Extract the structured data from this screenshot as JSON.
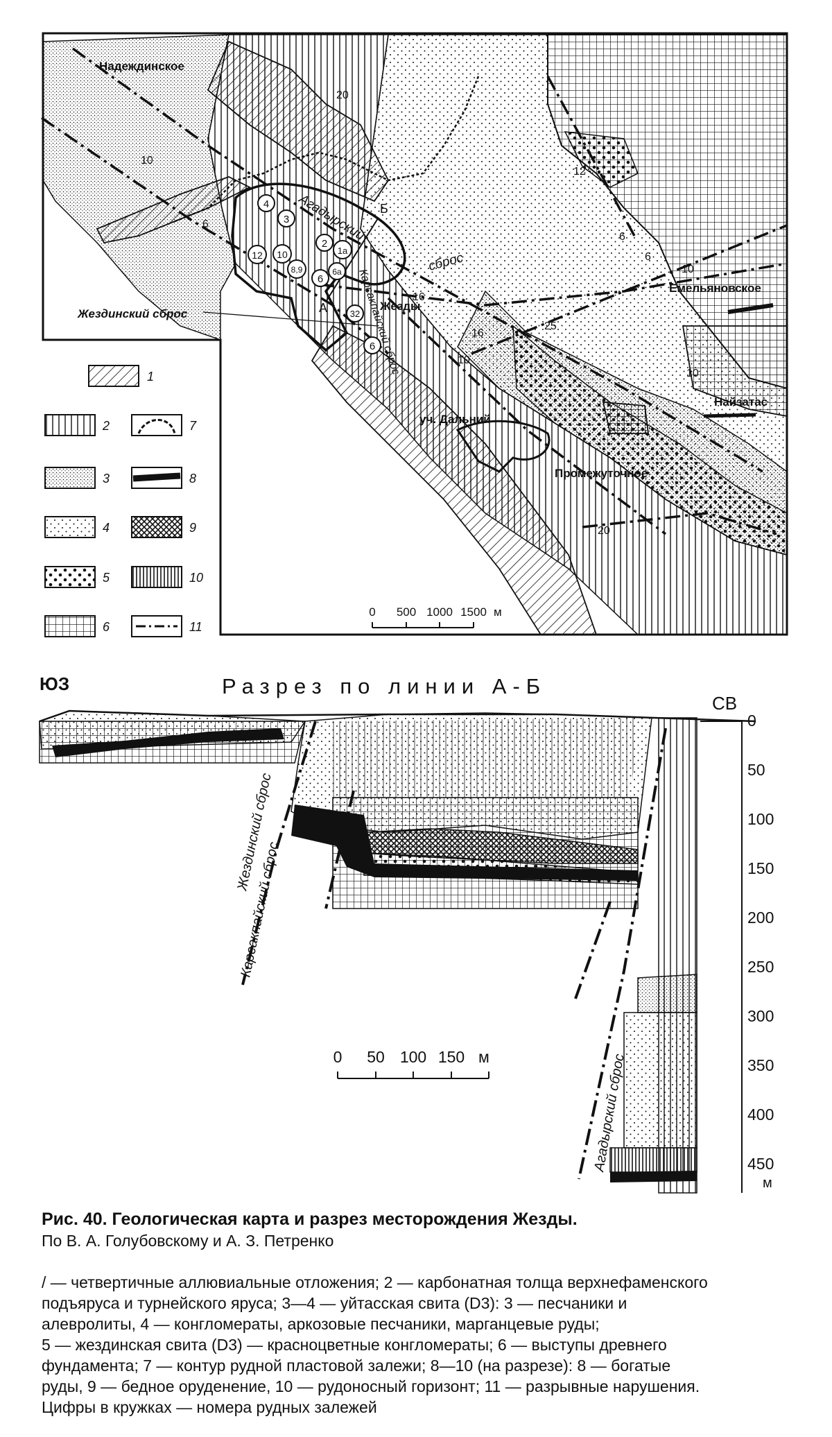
{
  "map": {
    "places": {
      "nadezhdinskoe": "Надеждинское",
      "zhezdy": "Жезды",
      "emelyanovskoe": "Емельяновское",
      "naizatas": "Найзатас",
      "dalniy": "уч. Дальний",
      "promezhutochnoe": "Промежуточное"
    },
    "faults": {
      "agadyrsky": "Агадырский",
      "agadyrsky_cont": "сброс",
      "karsakpaysky": "Карсакпайский сброс",
      "zhezdinsky_callout": "Жездинский сброс"
    },
    "points": {
      "a": "А",
      "b": "Б"
    },
    "dips": [
      "20",
      "10",
      "6",
      "12",
      "6",
      "6",
      "10",
      "16",
      "16",
      "25",
      "10",
      "10",
      "20"
    ],
    "ore_bodies": [
      "4",
      "3",
      "2",
      "1а",
      "12",
      "10",
      "8,9",
      "6",
      "6а",
      "32",
      "6"
    ],
    "scale": [
      "0",
      "500",
      "1000",
      "1500",
      "м"
    ],
    "legend_numbers": [
      "1",
      "2",
      "3",
      "4",
      "5",
      "6",
      "7",
      "8",
      "9",
      "10",
      "11"
    ]
  },
  "section": {
    "title": "Разрез по линии А-Б",
    "left_label": "ЮЗ",
    "right_label": "СВ",
    "depth_ticks": [
      "0",
      "50",
      "100",
      "150",
      "200",
      "250",
      "300",
      "350",
      "400",
      "450"
    ],
    "depth_unit": "м",
    "faults": {
      "zhezdinsky": "Жездинский сброс",
      "karsakpaysky": "Карсакпайский сброс",
      "agadyrsky": "Агадырский сброс"
    },
    "scale": [
      "0",
      "50",
      "100",
      "150",
      "м"
    ]
  },
  "caption": {
    "title": "Рис. 40. Геологическая карта и разрез месторождения Жезды.",
    "authors": "По В. А. Голубовскому и А. З. Петренко",
    "legend_lines": [
      "/ — четвертичные аллювиальные отложения; 2 — карбонатная толща верхнефаменского",
      "подъяруса и турнейского яруса; 3—4 — уйтасская свита (D3): 3 — песчаники и",
      "алевролиты, 4 — конгломераты, аркозовые песчаники, марганцевые руды;",
      "5 — жездинская свита (D3) — красноцветные конгломераты; 6 — выступы древнего",
      "фундамента; 7 — контур рудной пластовой залежи; 8—10 (на разрезе): 8 — богатые",
      "руды, 9 — бедное оруденение, 10 — рудоносный горизонт; 11 — разрывные нарушения.",
      "Цифры в кружках — номера рудных залежей"
    ]
  }
}
